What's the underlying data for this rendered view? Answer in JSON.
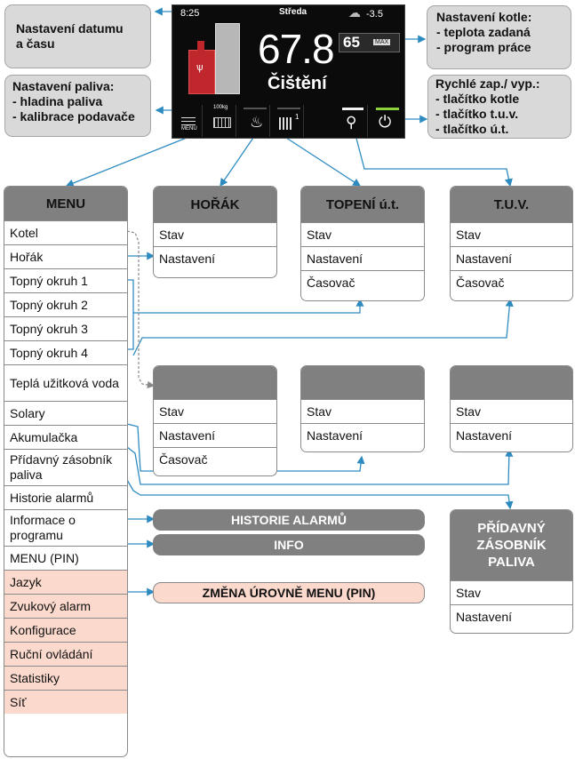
{
  "callouts": {
    "date_time": [
      "Nastavení datumu",
      "a času"
    ],
    "fuel": [
      "Nastavení paliva:",
      "- hladina paliva",
      "- kalibrace podavače"
    ],
    "boiler": [
      "Nastavení kotle:",
      "- teplota zadaná",
      "- program práce"
    ],
    "quick": [
      "Rychlé zap./ vyp.:",
      "- tlačítko kotle",
      "- tlačítko t.u.v.",
      "- tlačítko ú.t."
    ]
  },
  "screen": {
    "time": "8:25",
    "day": "Středa",
    "outdoor_temp": "-3.5",
    "temperature": "67.8",
    "set_temp": "65",
    "set_temp_badge": "MAX",
    "status": "Čištění",
    "fuel_level": "100kg",
    "menu_icon_label": "MENU",
    "heating_index": "1",
    "icons": [
      "menu-icon",
      "fuel-level-icon",
      "burner-flame-icon",
      "radiator-icon",
      "tap-water-icon",
      "power-icon"
    ],
    "colors": {
      "boiler_red": "#c0272d",
      "hopper_grey": "#b7b7b7",
      "power_green": "#8bd13a",
      "screen_bg": "#0b0b0b"
    }
  },
  "menu": {
    "title": "MENU",
    "items": [
      "Kotel",
      "Hořák",
      "Topný okruh 1",
      "Topný okruh 2",
      "Topný okruh 3",
      "Topný okruh 4",
      "Teplá užitková voda",
      "Solary",
      "Akumulačka",
      "Přídavný zásobník paliva",
      "Historie alarmů",
      "Informace o programu",
      "MENU (PIN)"
    ],
    "pin_items": [
      "Jazyk",
      "Zvukový alarm",
      "Konfigurace",
      "Ruční ovládání",
      "Statistiky",
      "Síť"
    ]
  },
  "panels": {
    "burner": {
      "title": "HOŘÁK",
      "rows": [
        "Stav",
        "Nastavení"
      ]
    },
    "heating": {
      "title": "TOPENÍ ú.t.",
      "rows": [
        "Stav",
        "Nastavení",
        "Časovač"
      ]
    },
    "hot_water": {
      "title": "T.U.V.",
      "rows": [
        "Stav",
        "Nastavení",
        "Časovač"
      ]
    },
    "water_sub": {
      "title": "",
      "rows": [
        "Stav",
        "Nastavení",
        "Časovač"
      ]
    },
    "solar_sub": {
      "title": "",
      "rows": [
        "Stav",
        "Nastavení"
      ]
    },
    "accu_sub": {
      "title": "",
      "rows": [
        "Stav",
        "Nastavení"
      ]
    },
    "extra_hopper": {
      "title": "PŘÍDAVNÝ ZÁSOBNÍK PALIVA",
      "rows": [
        "Stav",
        "Nastavení"
      ]
    }
  },
  "pills": {
    "alarms": "HISTORIE ALARMŮ",
    "info": "INFO",
    "pin": "ZMĚNA ÚROVNĚ MENU (PIN)"
  },
  "colors": {
    "callout_bg": "#d9d9d9",
    "panel_header": "#808080",
    "pin_pink": "#fbd9cd",
    "connector_blue": "#2e8bc0"
  }
}
